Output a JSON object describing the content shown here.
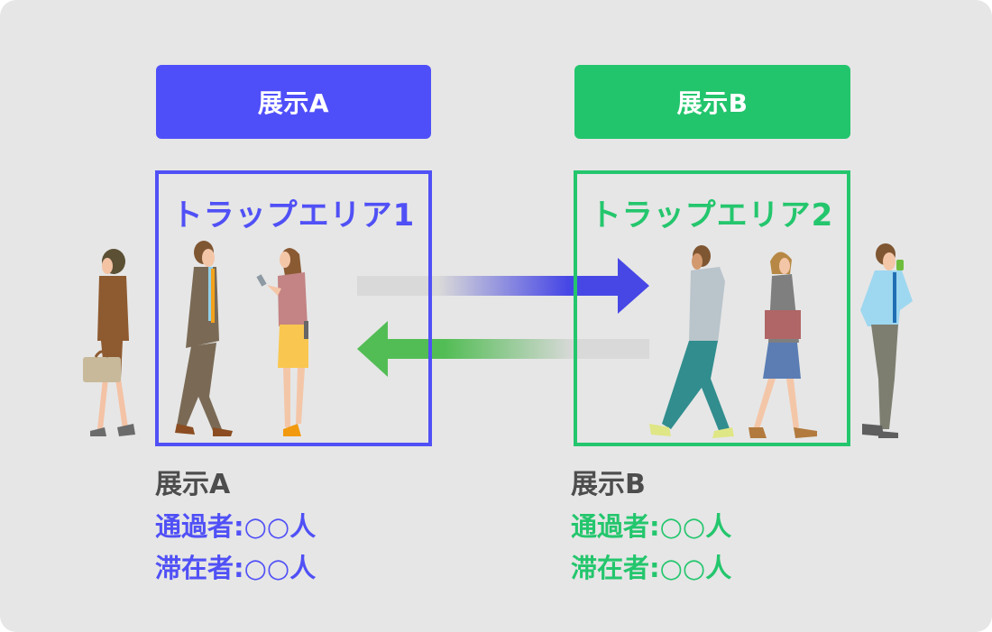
{
  "exhibits": [
    {
      "header_label": "展示A",
      "trap_area_label": "トラップエリア1",
      "stats_title": "展示A",
      "stats": [
        {
          "label": "通過者",
          "separator": ":",
          "value": "○○人"
        },
        {
          "label": "滞在者",
          "separator": ":",
          "value": "○○人"
        }
      ]
    },
    {
      "header_label": "展示B",
      "trap_area_label": "トラップエリア2",
      "stats_title": "展示B",
      "stats": [
        {
          "label": "通過者",
          "separator": ":",
          "value": "○○人"
        },
        {
          "label": "滞在者",
          "separator": ":",
          "value": "○○人"
        }
      ]
    }
  ],
  "colors": {
    "exhibit_a": "#5050f6",
    "exhibit_b": "#24c66d",
    "background": "#e6e6e6",
    "stats_title": "#4d4d4d"
  },
  "flows": [
    {
      "direction": "A-to-B",
      "color": "#4747e6"
    },
    {
      "direction": "B-to-A",
      "color": "#53bd55"
    }
  ],
  "people": [
    "woman-with-briefcase-walking",
    "businessman-walking",
    "woman-using-phone",
    "man-in-hoodie-walking",
    "woman-with-handbag-walking",
    "man-on-phone-standing"
  ]
}
